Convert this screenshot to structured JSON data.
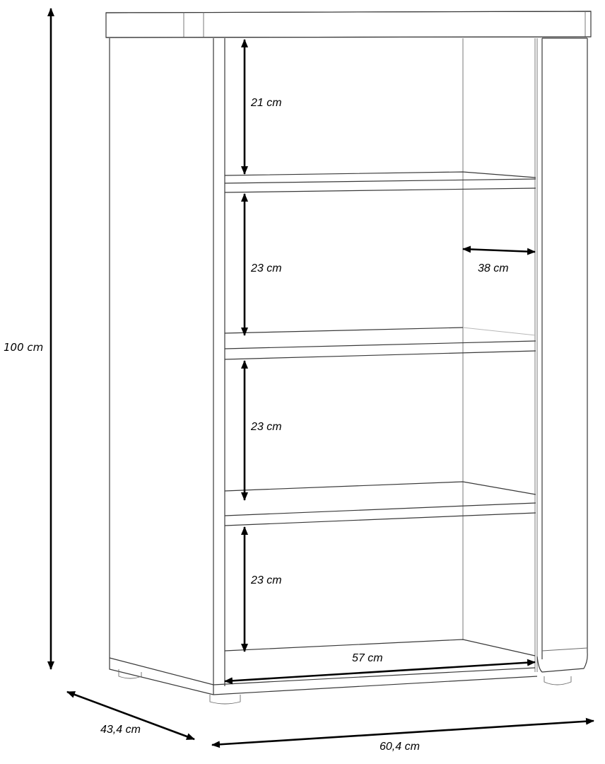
{
  "diagram": {
    "subject": "Open shelf cabinet with 4 compartments",
    "dimensions": {
      "total_height": "100 cm",
      "depth": "43,4 cm",
      "total_width": "60,4 cm",
      "inner_width": "57 cm",
      "inner_depth": "38 cm",
      "compartment_1_height": "21 cm",
      "compartment_2_height": "23 cm",
      "compartment_3_height": "23 cm",
      "compartment_4_height": "23 cm"
    },
    "colors": {
      "line": "#3a3a3a",
      "arrow": "#000000",
      "background": "#ffffff"
    }
  }
}
